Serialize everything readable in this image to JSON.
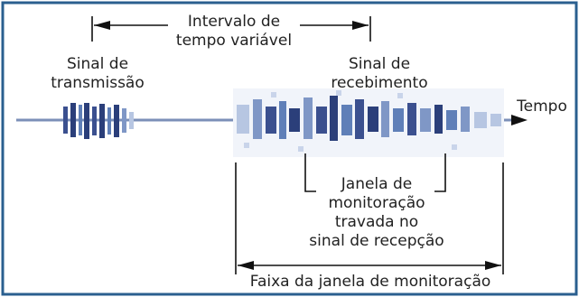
{
  "colors": {
    "border": "#2a5f8f",
    "line": "#111111",
    "signal_dark": "#2b3f7a",
    "signal_mid": "#5f7fb8",
    "signal_light": "#b7c6e2",
    "text": "#222222"
  },
  "labels": {
    "variable_interval": [
      "Intervalo de",
      "tempo variável"
    ],
    "transmit_signal": [
      "Sinal de",
      "transmissão"
    ],
    "receive_signal": [
      "Sinal de",
      "recebimento"
    ],
    "time_axis": "Tempo",
    "monitor_window": [
      "Janela de",
      "monitoração",
      "travada no",
      "sinal de recepção"
    ],
    "window_range": "Faixa da janela de monitoração"
  }
}
